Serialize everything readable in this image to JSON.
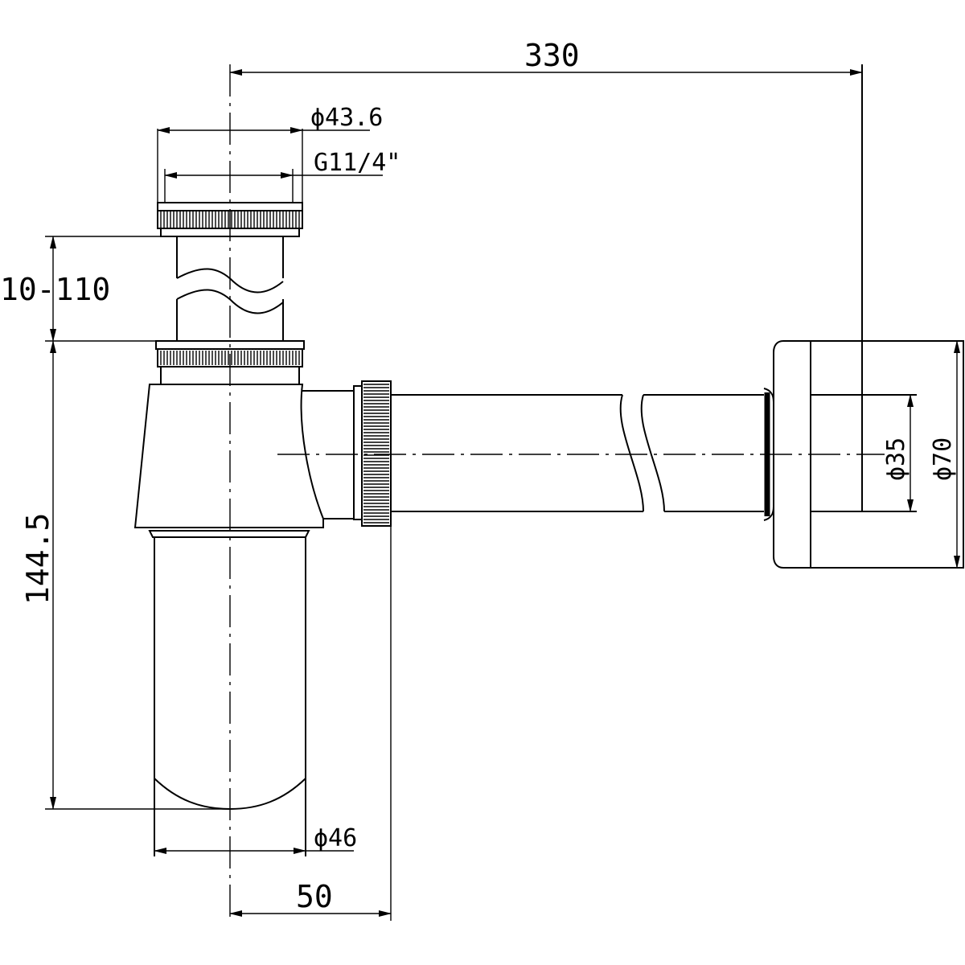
{
  "drawing": {
    "dimensions": {
      "overall_length": "330",
      "inlet_diameter": "ϕ43.6",
      "inlet_thread": "G11/4\"",
      "adjustable_height": "10-110",
      "trap_height": "144.5",
      "body_diameter": "ϕ46",
      "offset": "50",
      "outlet_diameter": "ϕ35",
      "flange_diameter": "ϕ70"
    }
  }
}
